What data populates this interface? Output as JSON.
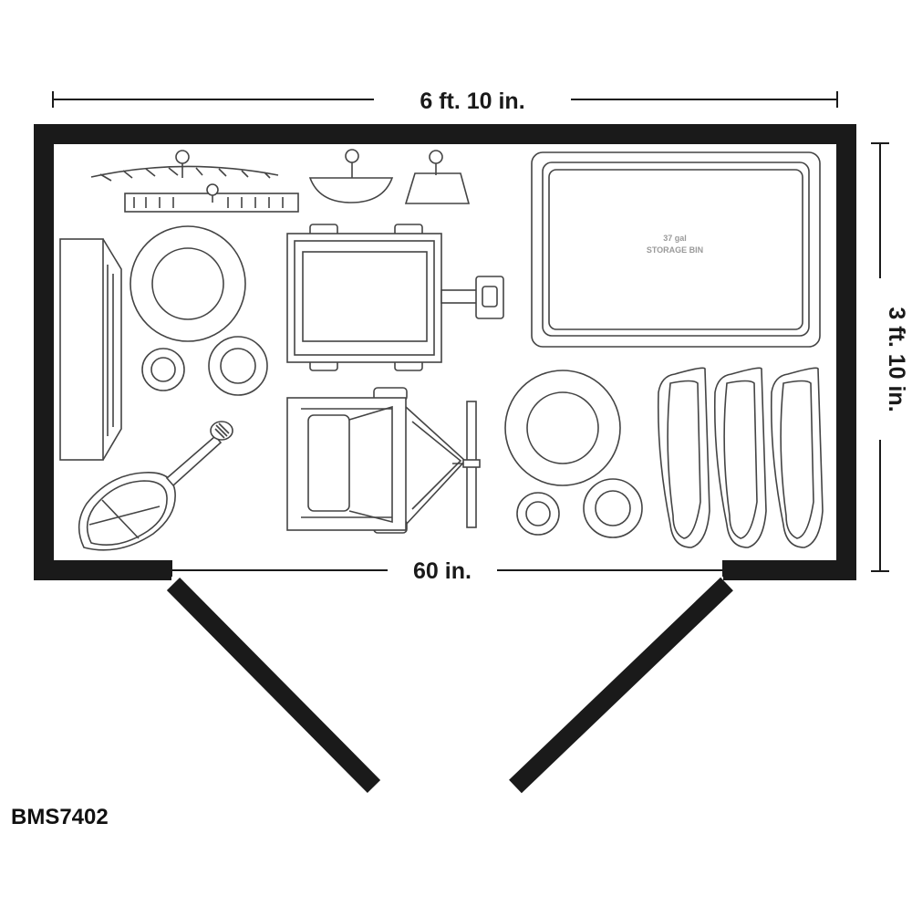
{
  "dimensions": {
    "width": "6 ft. 10 in.",
    "depth": "3 ft. 10 in.",
    "door_opening": "60 in."
  },
  "storage_bin": {
    "capacity": "37 gal",
    "label": "STORAGE BIN"
  },
  "model_number": "BMS7402",
  "colors": {
    "wall": "#1a1a1a",
    "outline": "#444444",
    "label_gray": "#9a9a9a"
  }
}
